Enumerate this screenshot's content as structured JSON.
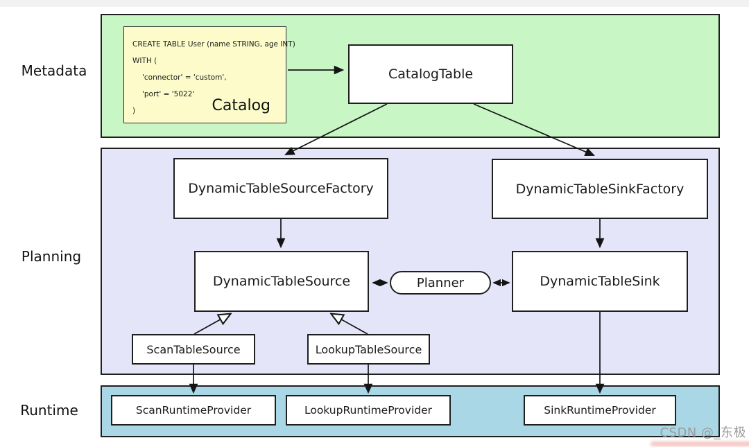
{
  "sections": {
    "metadata_label": "Metadata",
    "planning_label": "Planning",
    "runtime_label": "Runtime"
  },
  "catalog": {
    "code_lines": [
      "CREATE TABLE User (name STRING, age INT)",
      "WITH (",
      "'connector' = 'custom',",
      "'port' = '5022'",
      ")"
    ],
    "label": "Catalog"
  },
  "nodes": {
    "catalog_table": "CatalogTable",
    "dynamic_table_source_factory": "DynamicTableSourceFactory",
    "dynamic_table_sink_factory": "DynamicTableSinkFactory",
    "dynamic_table_source": "DynamicTableSource",
    "planner": "Planner",
    "dynamic_table_sink": "DynamicTableSink",
    "scan_table_source": "ScanTableSource",
    "lookup_table_source": "LookupTableSource",
    "scan_runtime_provider": "ScanRuntimeProvider",
    "lookup_runtime_provider": "LookupRuntimeProvider",
    "sink_runtime_provider": "SinkRuntimeProvider"
  },
  "colors": {
    "metadata_band": "#c8f6c5",
    "planning_band": "#e5e5f9",
    "runtime_band": "#a9d7e6",
    "catalog_box": "#fcfbc9",
    "node_fill": "#ffffff",
    "line": "#141414",
    "watermark": "#9b9b9b"
  },
  "watermark": {
    "text": "CSDN @_东极"
  }
}
